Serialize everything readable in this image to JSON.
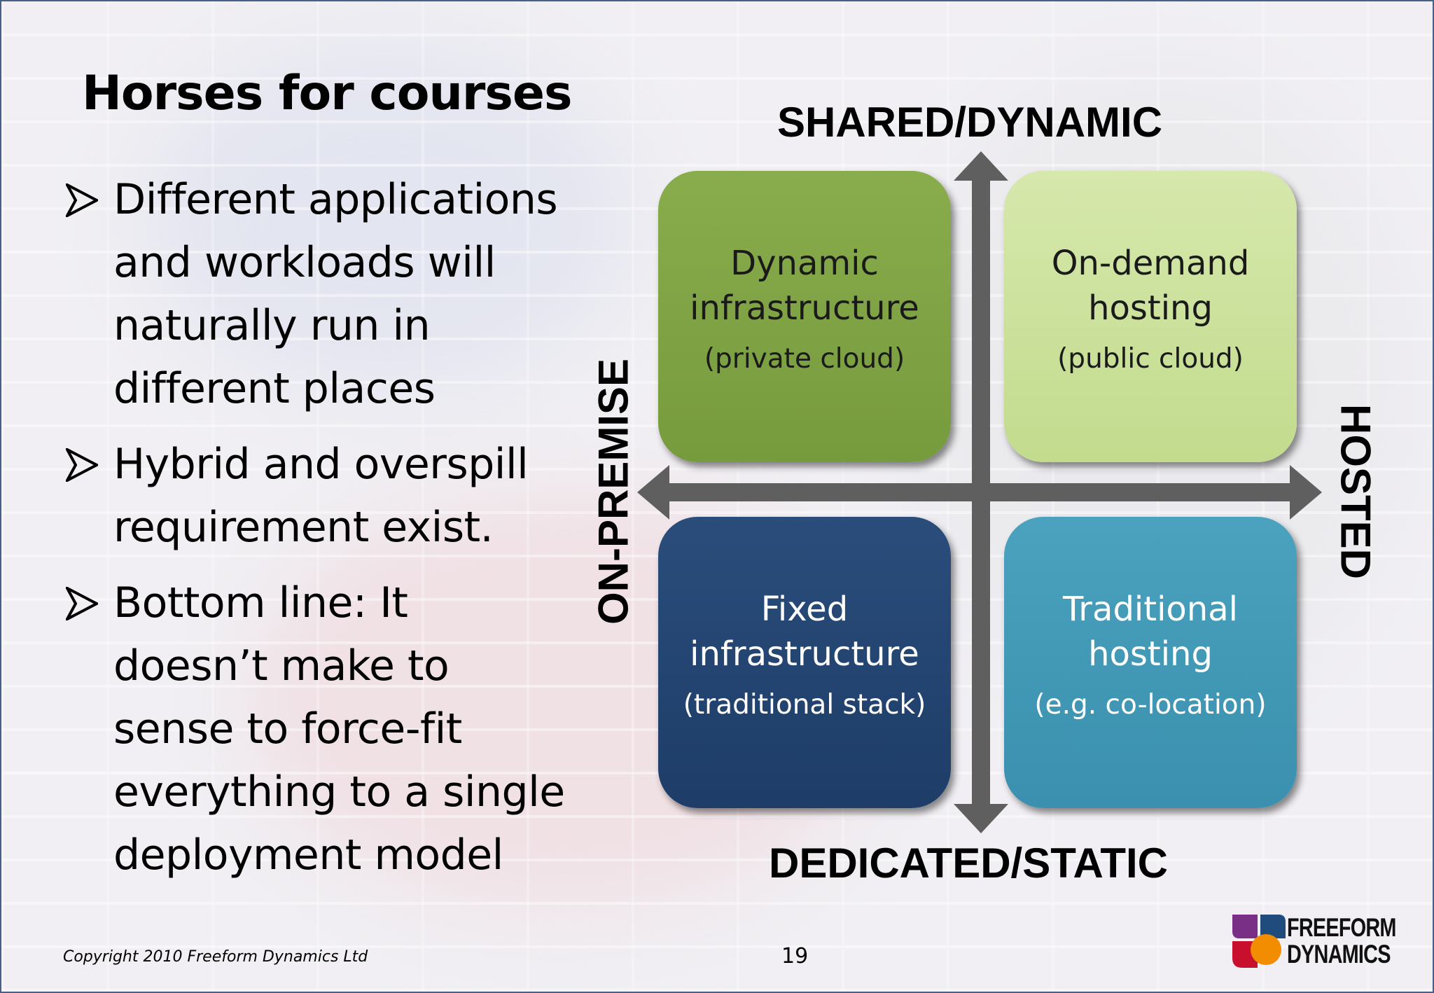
{
  "slide": {
    "title": "Horses for courses",
    "bullets": [
      "Different applications and workloads will naturally run in different places",
      "Hybrid and overspill requirement exist.",
      "Bottom line: It doesn’t make to sense to force-fit everything to a single deployment model"
    ]
  },
  "diagram": {
    "axes": {
      "top": "SHARED/DYNAMIC",
      "bottom": "DEDICATED/STATIC",
      "left": "ON-PREMISE",
      "right": "HOSTED"
    },
    "quadrants": {
      "top_left": {
        "title_line1": "Dynamic",
        "title_line2": "infrastructure",
        "subtitle": "(private cloud)",
        "color": "#7fa445"
      },
      "top_right": {
        "title_line1": "On-demand",
        "title_line2": "hosting",
        "subtitle": "(public cloud)",
        "color": "#cfe3a2"
      },
      "bottom_left": {
        "title_line1": "Fixed",
        "title_line2": "infrastructure",
        "subtitle": "(traditional stack)",
        "color": "#234674"
      },
      "bottom_right": {
        "title_line1": "Traditional",
        "title_line2": "hosting",
        "subtitle": "(e.g. co-location)",
        "color": "#4298b6"
      }
    },
    "arrow_color": "#5f5f5f"
  },
  "footer": {
    "copyright": "Copyright 2010 Freeform Dynamics Ltd",
    "page_number": "19",
    "logo_line1": "FREEFORM",
    "logo_line2": "DYNAMICS"
  }
}
